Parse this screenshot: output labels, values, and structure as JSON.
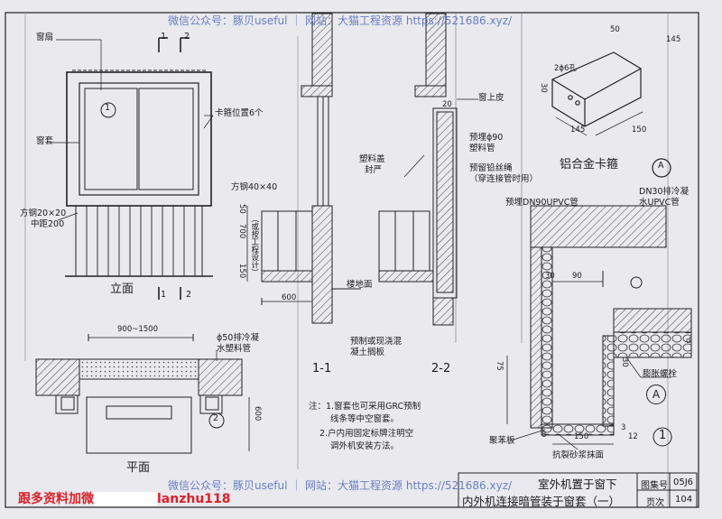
{
  "watermarks": {
    "top": "微信公众号：豚贝useful ｜ 网站：大猫工程资源 https://521686.xyz/",
    "bottom": "微信公众号：豚贝useful ｜ 网站：大猫工程资源 https://521686.xyz/"
  },
  "promo": {
    "prefix": "跟多资料加微",
    "suffix": "lanzhu118"
  },
  "elevation": {
    "window_label": "窗扇",
    "trim_label": "窗套",
    "clip_label": "卡箍位置6个",
    "tube_label": "方钢20×20",
    "tube_spacing": "中距200",
    "title": "立面",
    "index_num": "1",
    "section_1": "1",
    "section_2": "2"
  },
  "plan": {
    "dim_width": "900~1500",
    "pipe_label": "ϕ50排冷凝",
    "pipe_label_2": "水塑料管",
    "dim_depth": "600",
    "title": "平面",
    "index_num": "2"
  },
  "section11": {
    "steel_label": "方钢40×40",
    "dim_a": "50",
    "dim_b": "700",
    "dim_c": "150",
    "note_v": "（或按工程设计）",
    "dim_d": "600",
    "floor_label": "楼地面",
    "slab_label": "预制或现浇混",
    "slab_label_2": "凝土搁板",
    "title": "1-1"
  },
  "section22": {
    "sill_label": "窗上皮",
    "dim_top": "20",
    "pipe_label": "预埋ϕ90",
    "pipe_label_2": "塑料管",
    "cap_label": "塑料盖",
    "cap_label_2": "封严",
    "wire_label": "预留铅丝绳",
    "wire_label_2": "（穿连接管时用）",
    "title": "2-2"
  },
  "clip": {
    "dim_50": "50",
    "dim_145a": "145",
    "hole_label": "2ϕ6孔",
    "dim_30": "30",
    "dim_145b": "145",
    "dim_150": "150",
    "title": "铝合金卡箍",
    "index": "A"
  },
  "detail": {
    "pipe_label": "预埋DN90UPVC管",
    "drain_label": "DN30排冷凝",
    "drain_label_2": "水UPVC管",
    "dim_30": "30",
    "dim_90": "90",
    "dim_75": "75",
    "dim_d": "d",
    "dim_30b": "30",
    "bolt_label": "膨胀螺栓",
    "board_label": "聚苯板",
    "mortar_label": "抗裂砂浆抹面",
    "dim_8": "8",
    "dim_150": "150",
    "dim_3": "3",
    "dim_12": "12",
    "index": "1",
    "index_a": "A"
  },
  "notes": {
    "line1": "注：1.窗套也可采用GRC预制",
    "line2": "线条等中空窗套。",
    "line3": "2.户内用固定标牌注明空",
    "line4": "调外机安装方法。"
  },
  "title_block": {
    "line1": "室外机置于窗下",
    "line2": "内外机连接暗管装于窗套（一）",
    "atlas_label": "图集号",
    "atlas_value": "05J6",
    "page_label": "页次",
    "page_value": "104"
  }
}
